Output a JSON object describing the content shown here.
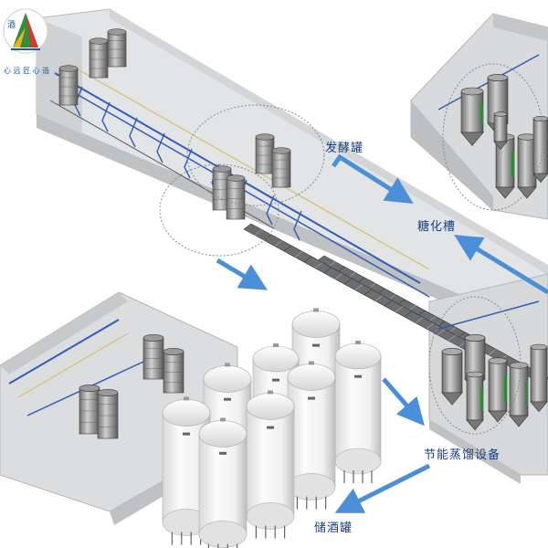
{
  "labels": {
    "fermentation_tank": "发酵罐",
    "saccharification_tank": "糖化槽",
    "distillation_equipment": "节能蒸馏设备",
    "storage_tank": "储酒罐"
  },
  "logo": {
    "badge_text": "酒",
    "tagline": "心 远   匠 心 造"
  },
  "colors": {
    "arrow_blue": "#4a8fd8",
    "pipe_blue": "#2f5db8",
    "pipe_yellow": "#d8c066",
    "hall_gray": "#c9cbcd",
    "tank_white": "#f4f4f4"
  }
}
